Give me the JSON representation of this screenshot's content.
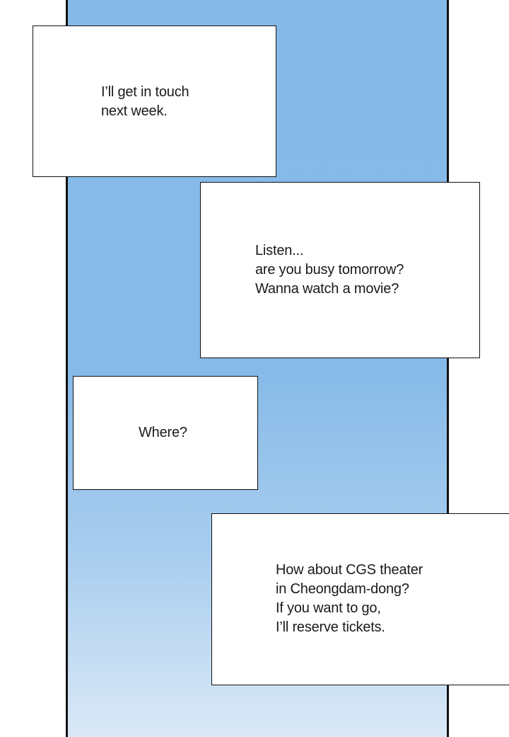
{
  "bubbles": [
    {
      "text": "I’ll get in touch\nnext week."
    },
    {
      "text": "Listen...\nare you busy tomorrow?\nWanna watch a movie?"
    },
    {
      "text": "Where?"
    },
    {
      "text": "How about CGS theater\nin Cheongdam-dong?\nIf you want to go,\nI’ll reserve tickets."
    }
  ],
  "colors": {
    "panel_top": "#85b9e7",
    "panel_bottom": "#dbe9f7",
    "bubble_bg": "#ffffff",
    "border": "#111111",
    "text": "#1a1a1a"
  }
}
